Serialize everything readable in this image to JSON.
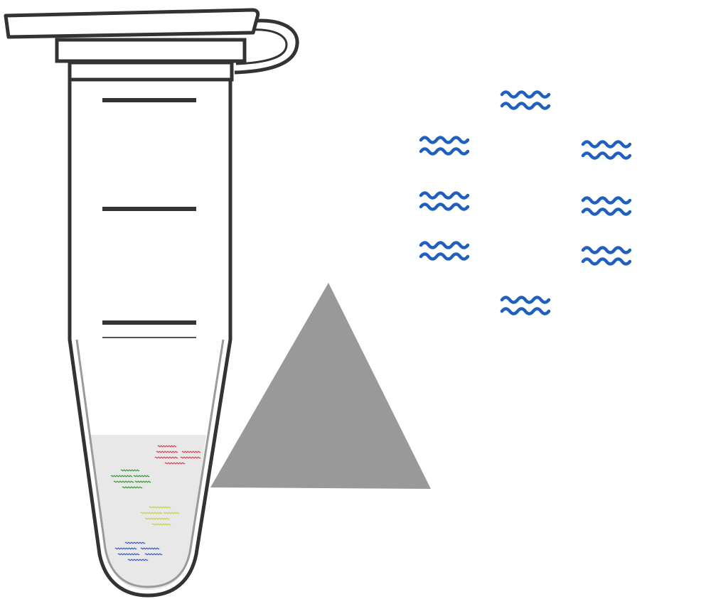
{
  "colors": {
    "background": "#ffffff",
    "tube_outline": "#333333",
    "tube_fill": "#ffffff",
    "liquid": "#e8e8e8",
    "triangle": "#999999",
    "strand_blue": "#1f5fbf",
    "sample_red": "#d9434f",
    "sample_green": "#3a9a3a",
    "sample_yellow": "#c6d24a",
    "sample_blue": "#3c5cc8"
  },
  "diagram": {
    "elements": [
      {
        "name": "microcentrifuge-tube",
        "kind": "tube"
      },
      {
        "name": "tube-lid",
        "kind": "lid"
      },
      {
        "name": "graduation-marks",
        "kind": "marks",
        "count": 3
      },
      {
        "name": "liquid-sample",
        "kind": "liquid"
      },
      {
        "name": "mixed-dna-fragments",
        "kind": "fragments",
        "colors": [
          "red",
          "green",
          "yellow",
          "blue"
        ]
      },
      {
        "name": "arrow-triangle",
        "kind": "triangle"
      },
      {
        "name": "blue-dna-strands",
        "kind": "strands",
        "count": 8
      }
    ]
  }
}
